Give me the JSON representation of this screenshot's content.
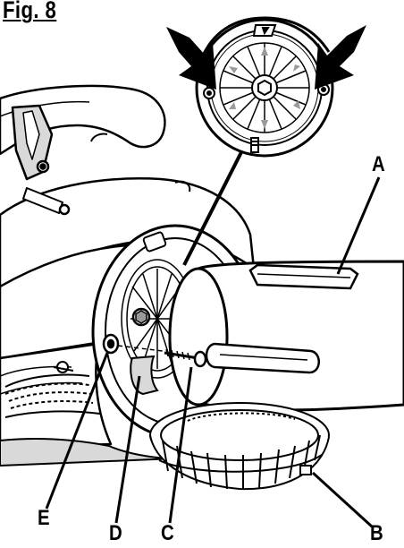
{
  "figure": {
    "title": "Fig. 8"
  },
  "callouts": {
    "a": "A",
    "b": "B",
    "c": "C",
    "d": "D",
    "e": "E"
  },
  "colors": {
    "ink": "#000000",
    "paper": "#ffffff",
    "shade": "#d9d9d9",
    "mid": "#9a9a9a"
  }
}
